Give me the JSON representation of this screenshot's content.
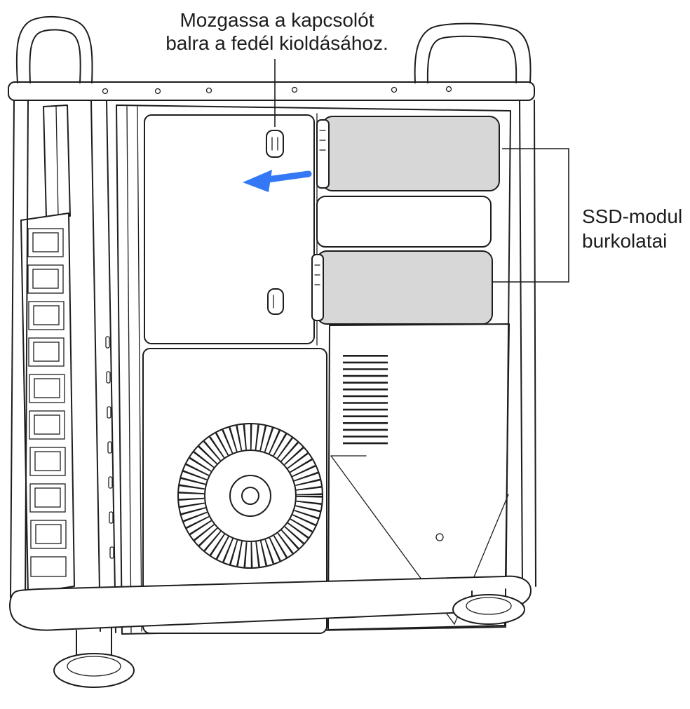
{
  "figure": {
    "annotations": {
      "latch_instruction": {
        "line1": "Mozgassa a kapcsolót",
        "line2": "balra a fedél kioldásához."
      },
      "ssd_label": {
        "line1": "SSD-modul",
        "line2": "burkolatai"
      }
    },
    "colors": {
      "line": "#1d1d1f",
      "arrow_blue": "#3478f6",
      "module_fill": "#d7d7d7",
      "background": "#ffffff"
    }
  }
}
